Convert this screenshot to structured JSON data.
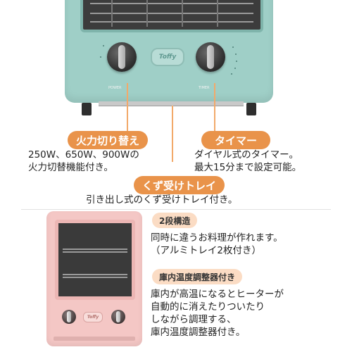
{
  "toaster_top": {
    "logo": "Toffy",
    "left_knob_label": "POWER",
    "right_knob_label": "TIMER"
  },
  "features": {
    "power": {
      "label": "火力切り替え",
      "desc_line1": "250W、650W、900Wの",
      "desc_line2": "火力切替機能付き。"
    },
    "timer": {
      "label": "タイマー",
      "desc_line1": "ダイヤル式のタイマー。",
      "desc_line2": "最大15分まで設定可能。"
    },
    "crumb_tray": {
      "label": "くず受けトレイ",
      "desc": "引き出し式のくず受けトレイ付き。"
    },
    "two_tier": {
      "label": "2段構造",
      "desc_line1": "同時に違うお料理が作れます。",
      "desc_line2": "（アルミトレイ2枚付き）"
    },
    "thermostat": {
      "label": "庫内温度調整器付き",
      "desc_line1": "庫内が高温になるとヒーターが",
      "desc_line2": "自動的に消えたりついたり",
      "desc_line3": "しながら調理する、",
      "desc_line4": "庫内温度調整器付き。"
    }
  },
  "toaster_bottom": {
    "logo": "Toffy"
  },
  "colors": {
    "accent_orange": "#e9934a",
    "soft_orange": "#fbdcc4",
    "mint": "#9fcfc7",
    "pink": "#f4c7c5"
  }
}
